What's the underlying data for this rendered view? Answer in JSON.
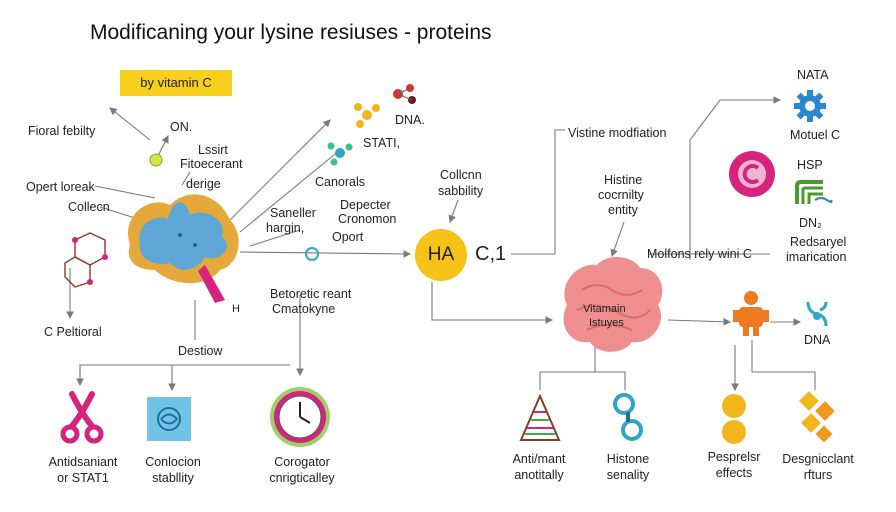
{
  "title": "Modificaning your lysine resiuses - proteins",
  "badge": "by vitamin C",
  "center": {
    "ha": "HA",
    "c1": "C,1"
  },
  "labels": {
    "floral": "Fioral febilty",
    "on": "ON.",
    "lssirt": "Lssirt",
    "fitoecerant": "Fitoecerant",
    "derige": "derige",
    "opert_loreak": "Opert loreak",
    "collecn": "Collecn",
    "c_peltioral": "C Peltioral",
    "dna_top": "DNA.",
    "stati": "STATI,",
    "canorals": "Canorals",
    "collcnn": "Collcnn",
    "sabbility": "sabbility",
    "saneller": "Saneller",
    "hargin": "hargin,",
    "depecter": "Depecter",
    "cronomon": "Cronomon",
    "oport": "Oport",
    "betoretic": "Betoretic reant",
    "cmatokyne": "Cmatokyne",
    "h": "H",
    "destiow": "Destiow",
    "vistine": "Vistine modfiation",
    "histine": "Histine",
    "cocrnilty": "cocrnilty",
    "entity": "entity",
    "vitamain": "Vitamain",
    "istuyes": "Istuyes",
    "molfons": "Molfons rely wini C",
    "nata": "NATA",
    "motuel": "Motuel C",
    "hsp": "HSP",
    "dn2": "DN₂",
    "redsaryel": "Redsaryel",
    "imarication": "imarication",
    "dna_right": "DNA"
  },
  "bottom": [
    {
      "line1": "Antidsaniant",
      "line2": "or STAT1"
    },
    {
      "line1": "Conlocion",
      "line2": "stabllity"
    },
    {
      "line1": "Corogator",
      "line2": "cnrigticalley"
    },
    {
      "line1": "Anti/mant",
      "line2": "anotitally"
    },
    {
      "line1": "Histone",
      "line2": "senality"
    },
    {
      "line1": "Pesprelsr",
      "line2": "effects"
    },
    {
      "line1": "Desgnicclant",
      "line2": "rfturs"
    }
  ],
  "colors": {
    "badge": "#f7cf1d",
    "ha_circle": "#f5c218",
    "protein_blue": "#5ea6d6",
    "magenta": "#d6237e",
    "orange": "#ee7a1f",
    "gear_blue": "#2d86cc",
    "green": "#4b9a2e",
    "brain_pink": "#ef8e8e",
    "arrow": "#7a7a7a"
  }
}
